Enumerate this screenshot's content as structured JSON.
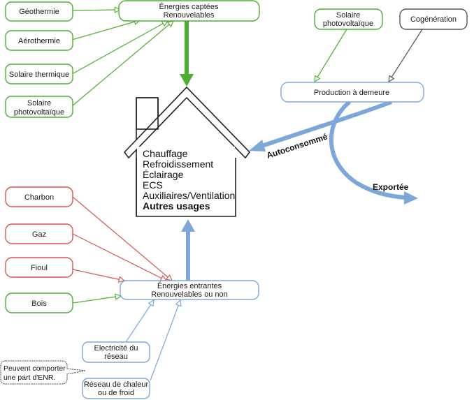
{
  "colors": {
    "green": "#4caf32",
    "red": "#d9544f",
    "blue": "#7da7d9",
    "gray": "#555555",
    "arrow_green": "#4caf32",
    "arrow_blue": "#7da7d9"
  },
  "top_sources": {
    "geothermie": "Géothermie",
    "aerothermie": "Aérothermie",
    "solaire_thermique": "Solaire thermique",
    "solaire_pv": [
      "Solaire",
      "photovoltaïque"
    ]
  },
  "energies_captees": [
    "Énergies captées",
    "Renouvelables"
  ],
  "production": {
    "solaire_pv": [
      "Solaire",
      "photovoltaïque"
    ],
    "cogeneration": "Cogénération",
    "production_label": "Production à demeure",
    "autoconsomme": "Autoconsommé",
    "exportee": "Exportée"
  },
  "house": {
    "usages": [
      "Chauffage",
      "Refroidissement",
      "Éclairage",
      "ECS",
      "Auxiliaires/Ventilation"
    ],
    "autres": "Autres usages"
  },
  "bottom_sources": {
    "charbon": "Charbon",
    "gaz": "Gaz",
    "fioul": "Fioul",
    "bois": "Bois"
  },
  "energies_entrantes": [
    "Énergies entrantes",
    "Renouvelables ou non"
  ],
  "network": {
    "electricite": [
      "Electricité du",
      "réseau"
    ],
    "reseau_chaleur": [
      "Réseau de chaleur",
      "ou de froid"
    ]
  },
  "note": [
    "Peuvent comporter",
    "une part d'ENR."
  ]
}
